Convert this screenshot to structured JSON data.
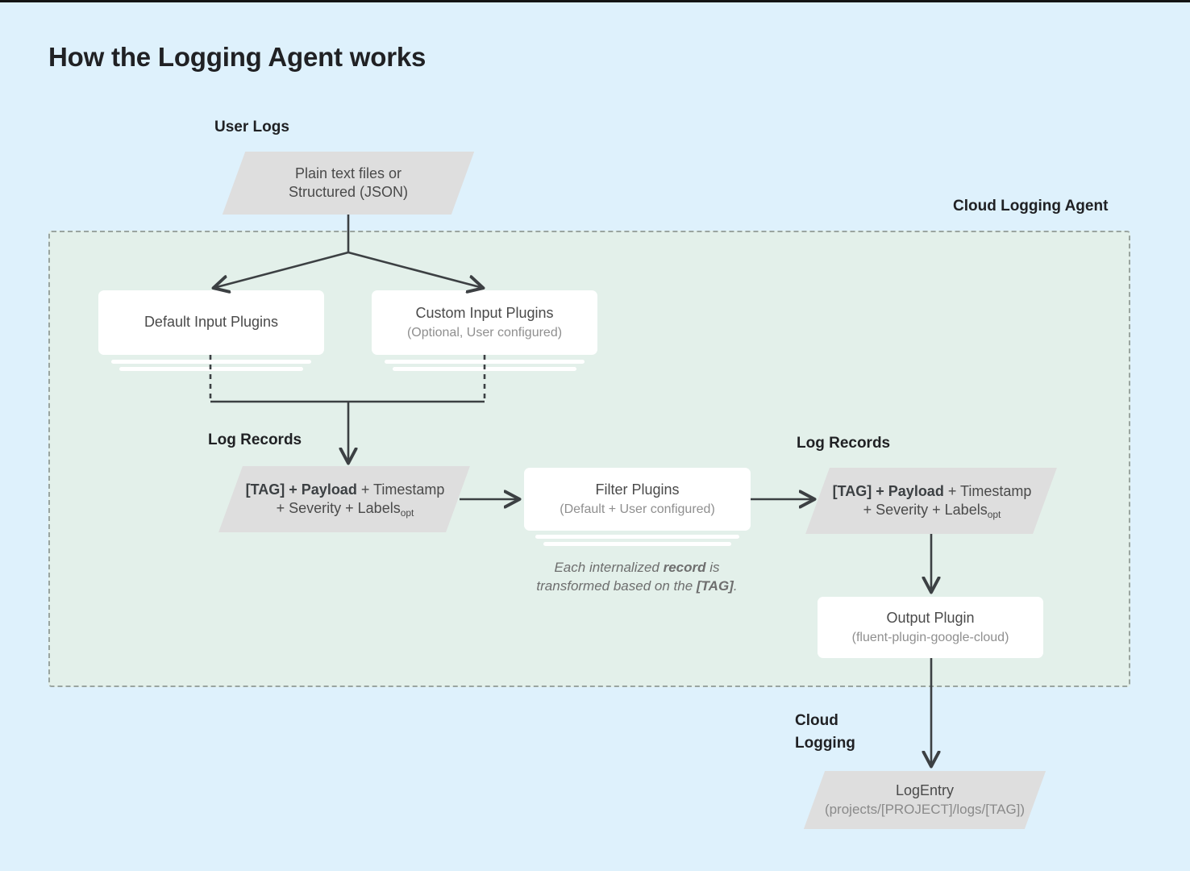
{
  "page": {
    "title": "How the Logging Agent works",
    "background_color": "#def1fc",
    "agent_panel_color": "#e3f0ea",
    "node_gray": "#dedede",
    "stroke_color": "#3c4043"
  },
  "labels": {
    "user_logs": "User Logs",
    "cloud_logging_agent": "Cloud Logging Agent",
    "log_records_left": "Log Records",
    "log_records_right": "Log Records",
    "cloud_logging": "Cloud\nLogging",
    "cloud_logging_line1": "Cloud",
    "cloud_logging_line2": "Logging"
  },
  "nodes": {
    "user_logs_source": {
      "shape": "parallelogram",
      "line1": "Plain text files or",
      "line2": "Structured (JSON)"
    },
    "default_input_plugins": {
      "shape": "card-stack",
      "title": "Default Input Plugins",
      "subtitle": ""
    },
    "custom_input_plugins": {
      "shape": "card-stack",
      "title": "Custom Input Plugins",
      "subtitle": "(Optional, User configured)"
    },
    "log_record_left": {
      "shape": "parallelogram",
      "line1_bold": "[TAG] + Payload",
      "line1_rest": " + Timestamp",
      "line2": "+ Severity + Labels",
      "line2_sub": "opt"
    },
    "filter_plugins": {
      "shape": "card-stack",
      "title": "Filter Plugins",
      "subtitle": "(Default + User configured)"
    },
    "log_record_right": {
      "shape": "parallelogram",
      "line1_bold": "[TAG] + Payload",
      "line1_rest": " + Timestamp",
      "line2": "+ Severity + Labels",
      "line2_sub": "opt"
    },
    "output_plugin": {
      "shape": "card",
      "title": "Output Plugin",
      "subtitle": "(fluent-plugin-google-cloud)"
    },
    "log_entry": {
      "shape": "parallelogram",
      "line1": "LogEntry",
      "line2": "(projects/[PROJECT]/logs/[TAG])"
    }
  },
  "annotations": {
    "transform_note_part1": "Each internalized ",
    "transform_note_bold1": "record",
    "transform_note_part2": " is transformed based on the ",
    "transform_note_bold2": "[TAG]",
    "transform_note_part3": ".",
    "transform_note_line1_a": "Each internalized ",
    "transform_note_line1_b": "record",
    "transform_note_line1_c": " is",
    "transform_note_line2_a": "transformed based on the ",
    "transform_note_line2_b": "[TAG]",
    "transform_note_line2_c": "."
  }
}
